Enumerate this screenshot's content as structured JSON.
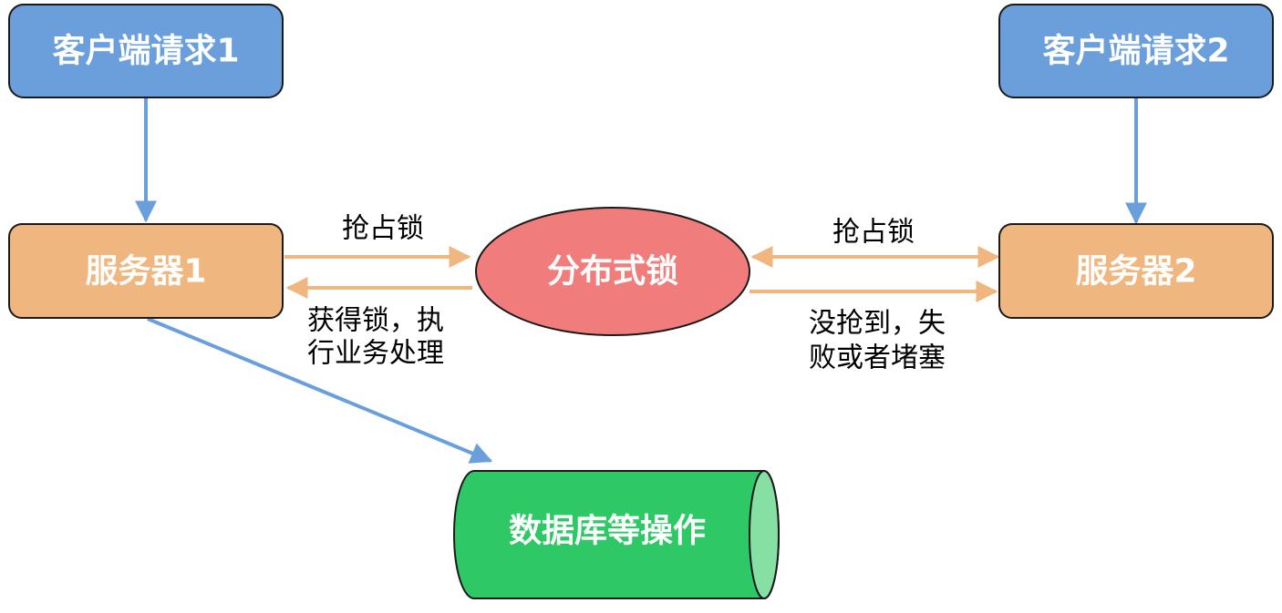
{
  "nodes": {
    "client1": "客户端请求1",
    "client2": "客户端请求2",
    "server1": "服务器1",
    "server2": "服务器2",
    "lock": "分布式锁",
    "database": "数据库等操作"
  },
  "edges": {
    "grab_lock_left": "抢占锁",
    "acquired_line1": "获得锁，执",
    "acquired_line2": "行业务处理",
    "grab_lock_right": "抢占锁",
    "failed_line1": "没抢到，失",
    "failed_line2": "败或者堵塞"
  },
  "colors": {
    "client_fill": "#6a9fdb",
    "server_fill": "#f0b67f",
    "lock_fill": "#f07c7c",
    "database_fill": "#2ec866",
    "database_cap": "#86e0a4",
    "blue_arrow": "#6a9fdb",
    "orange_arrow": "#f0b67f",
    "outline": "#1a1a1a"
  }
}
